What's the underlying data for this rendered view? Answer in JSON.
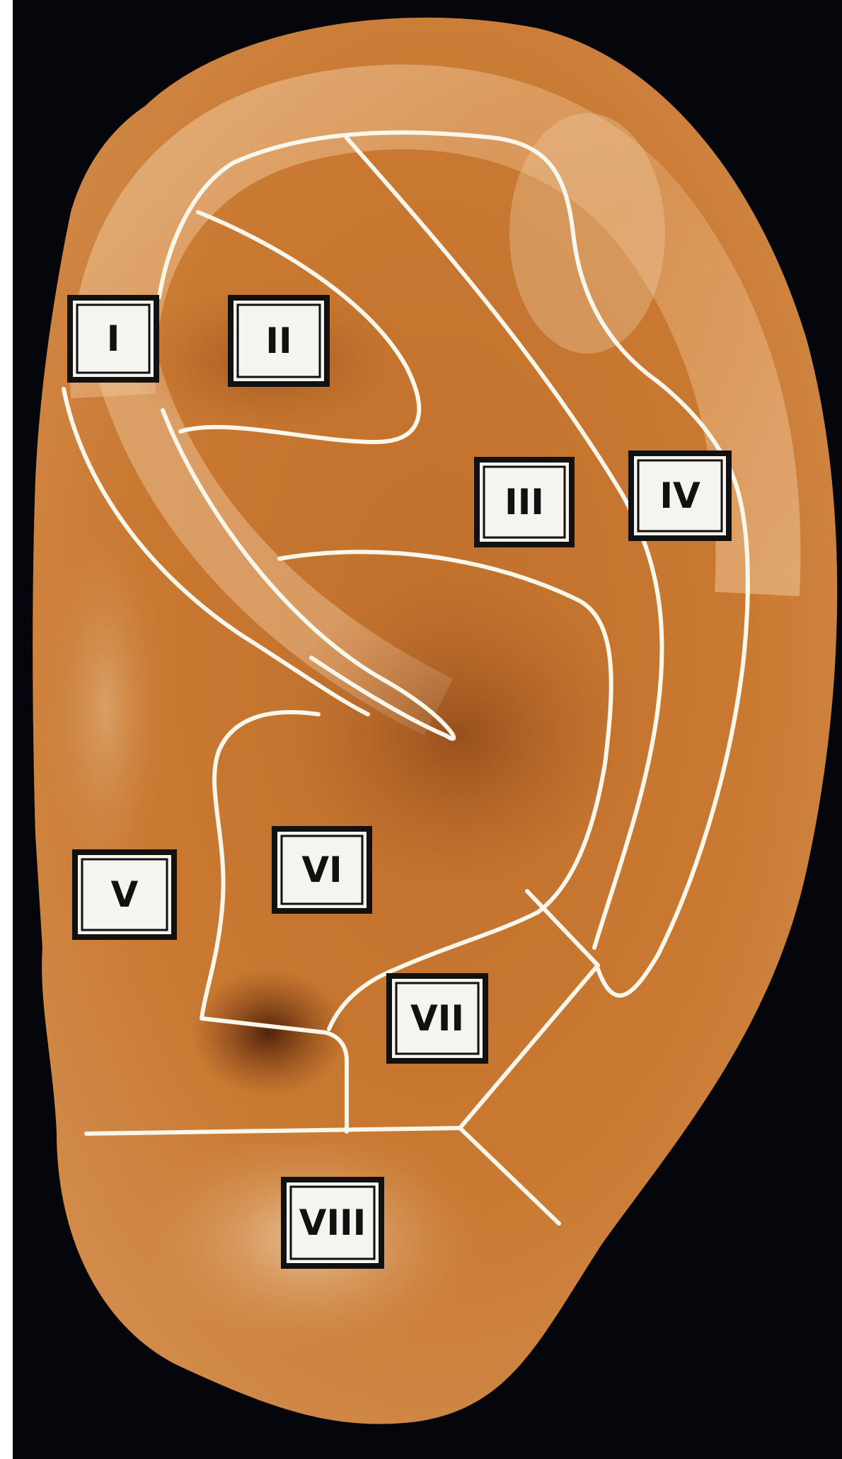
{
  "diagram": {
    "background_color": "#05060c",
    "skin_color": "#c9782f",
    "divider_color": "#fbf6ea",
    "regions": [
      {
        "id": "I",
        "label": "I"
      },
      {
        "id": "II",
        "label": "II"
      },
      {
        "id": "III",
        "label": "III"
      },
      {
        "id": "IV",
        "label": "IV"
      },
      {
        "id": "V",
        "label": "V"
      },
      {
        "id": "VI",
        "label": "VI"
      },
      {
        "id": "VII",
        "label": "VII"
      },
      {
        "id": "VIII",
        "label": "VIII"
      }
    ]
  }
}
